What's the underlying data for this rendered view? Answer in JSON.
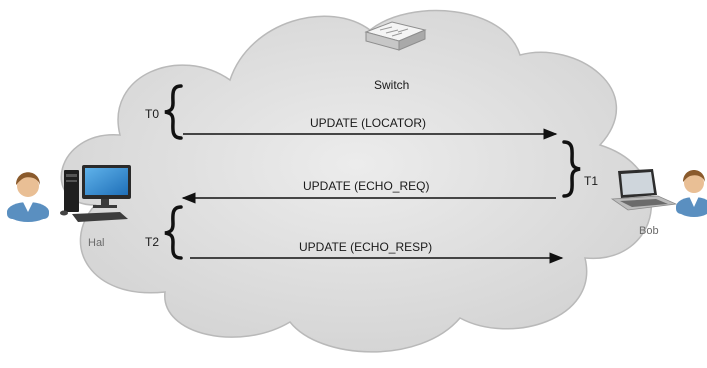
{
  "nodes": {
    "switch": {
      "label": "Switch",
      "icon": "network-switch-icon"
    },
    "hal": {
      "label": "Hal",
      "icons": [
        "person-icon",
        "desktop-computer-icon"
      ]
    },
    "bob": {
      "label": "Bob",
      "icons": [
        "laptop-icon",
        "person-icon"
      ]
    }
  },
  "times": {
    "t0": "T0",
    "t1": "T1",
    "t2": "T2"
  },
  "messages": [
    {
      "label": "UPDATE (LOCATOR)",
      "direction": "hal-to-bob"
    },
    {
      "label": "UPDATE (ECHO_REQ)",
      "direction": "bob-to-hal"
    },
    {
      "label": "UPDATE (ECHO_RESP)",
      "direction": "hal-to-bob"
    }
  ],
  "colors": {
    "cloud": "#dcdcdc",
    "cloud_edge": "#b4b4b4",
    "arrow": "#111111"
  }
}
